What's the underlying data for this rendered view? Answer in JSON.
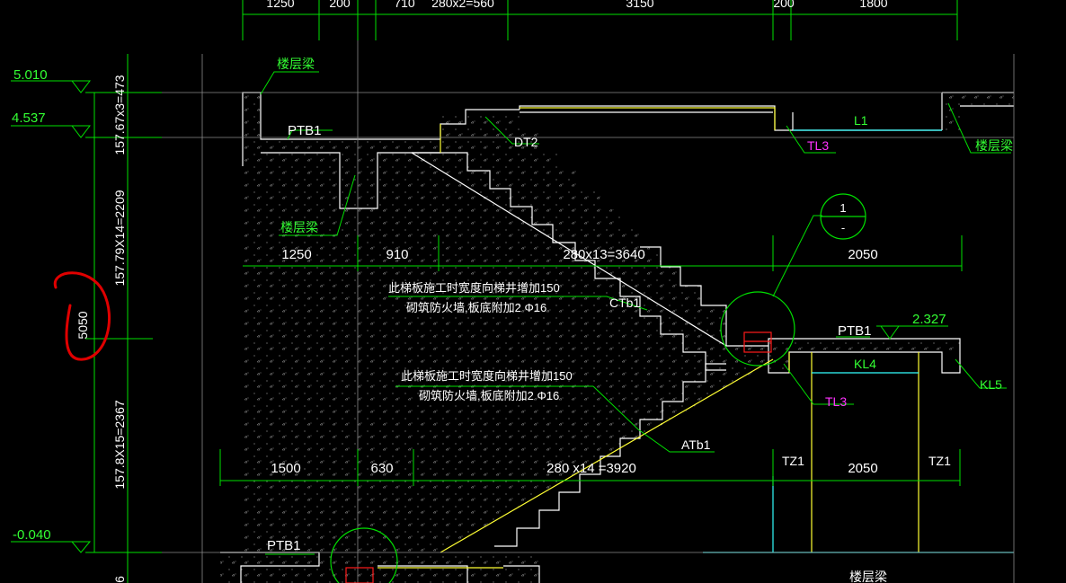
{
  "colors": {
    "background": "#000000",
    "dim": "#00e000",
    "label_green": "#33ff33",
    "white": "#ffffff",
    "yellow": "#ffff33",
    "magenta": "#ff33ff",
    "cyan": "#33ffff",
    "grey": "#8a8a8a",
    "red_mark": "#ff1a1a",
    "annotation_circle": "#e00000"
  },
  "top_dims": [
    "1250",
    "200",
    "710",
    "280x2=560",
    "3150",
    "200",
    "1800"
  ],
  "elevations": [
    "5.010",
    "4.537",
    "-0.040",
    "2.327"
  ],
  "vertical_dims": [
    "157.67x3=473",
    "157.79X14=2209",
    "157.8X15=2367",
    "5050",
    "6"
  ],
  "beam_labels": {
    "floor_beam_top_left": "楼层梁",
    "floor_beam_top_right": "楼层梁",
    "floor_beam_mid": "楼层梁",
    "floor_beam_bottom": "楼层梁",
    "ptb_top": "PTB1",
    "ptb_mid": "PTB1",
    "ptb_bottom": "PTB1",
    "dt2": "DT2",
    "tl3_top": "TL3",
    "tl3_mid": "TL3",
    "l1": "L1",
    "kl4": "KL4",
    "kl5": "KL5",
    "ctb1": "CTb1",
    "atb1": "ATb1",
    "tz1_left": "TZ1",
    "tz1_right": "TZ1"
  },
  "mid_dims": [
    "1250",
    "910",
    "280x13=3640",
    "2050"
  ],
  "lower_dims": [
    "1500",
    "630",
    "280 x14 =3920",
    "2050"
  ],
  "notes": {
    "note1_line1": "此梯板施工时宽度向梯井增加150",
    "note1_line2": "砌筑防火墙,板底附加2 Φ16",
    "note2_line1": "此梯板施工时宽度向梯井增加150",
    "note2_line2": "砌筑防火墙,板底附加2 Φ16"
  },
  "detail_marker": {
    "top": "1",
    "bottom": "-"
  }
}
